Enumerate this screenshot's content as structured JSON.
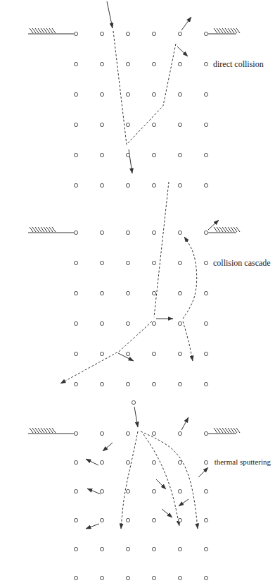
{
  "diagram": {
    "labels": [
      "direct collision",
      "collision cascade",
      "thermal sputtering"
    ]
  }
}
